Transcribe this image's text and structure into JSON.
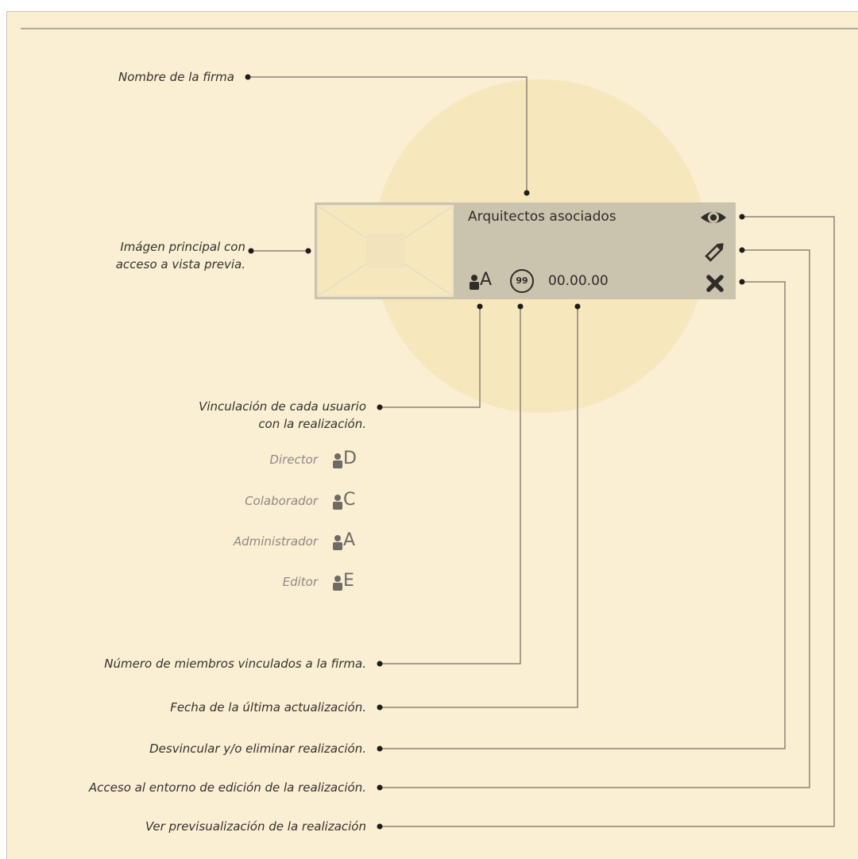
{
  "card": {
    "firm_name": "Arquitectos asociados",
    "role_code": "A",
    "member_count": "99",
    "last_update": "00.00.00",
    "preview_icon": "eye-icon",
    "edit_icon": "pencil-icon",
    "delete_icon": "close-x-icon"
  },
  "annotations": {
    "firm_name": "Nombre de la firma",
    "main_image_line1": "Imágen principal con",
    "main_image_line2": "acceso a vista previa.",
    "user_link_line1": "Vinculación de cada usuario",
    "user_link_line2": "con la realización.",
    "members": "Número de miembros vinculados a la firma.",
    "last_update": "Fecha de la última actualización.",
    "unlink_delete": "Desvincular y/o eliminar realización.",
    "edit_access": "Acceso al entorno de edición de la realización.",
    "preview": "Ver previsualización de la realización"
  },
  "roles": [
    {
      "label": "Director",
      "code": "D"
    },
    {
      "label": "Colaborador",
      "code": "C"
    },
    {
      "label": "Administrador",
      "code": "A"
    },
    {
      "label": "Editor",
      "code": "E"
    }
  ],
  "colors": {
    "background": "#faeed3",
    "circle": "#f7e7bd",
    "card": "#cac3ad",
    "text": "#2f2d29",
    "legend_text": "#8d8a83"
  }
}
